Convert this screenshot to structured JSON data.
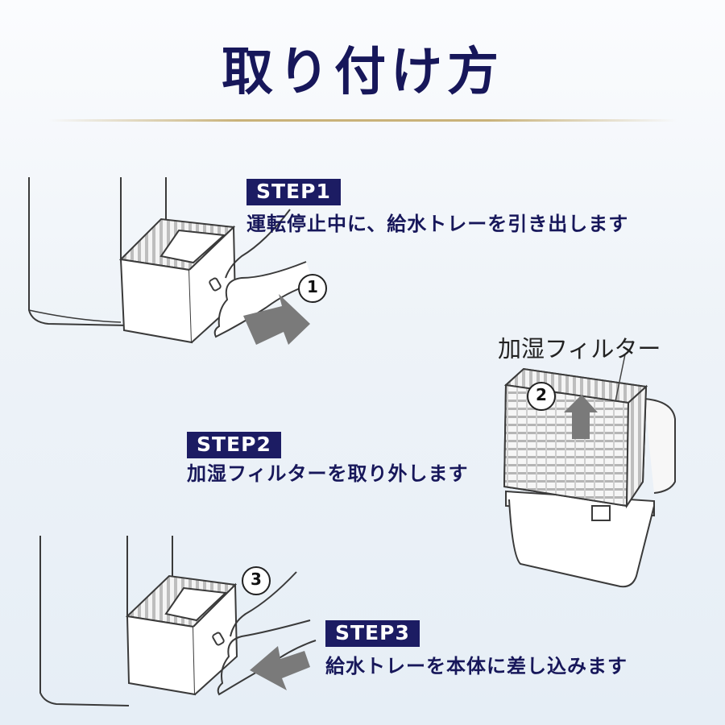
{
  "title": "取り付け方",
  "steps": [
    {
      "badge": "STEP1",
      "text": "運転停止中に、給水トレーを引き出します",
      "marker": "1"
    },
    {
      "badge": "STEP2",
      "text": "加湿フィルターを取り外します",
      "marker": "2"
    },
    {
      "badge": "STEP3",
      "text": "給水トレーを本体に差し込みます",
      "marker": "3"
    }
  ],
  "filter_label": "加湿フィルター",
  "colors": {
    "navy": "#1c1c63",
    "arrow_gray": "#7a7a7a",
    "rule_gold": "#c9b27a"
  },
  "icons": [
    "arrow-right-icon",
    "arrow-up-icon",
    "arrow-left-icon"
  ]
}
